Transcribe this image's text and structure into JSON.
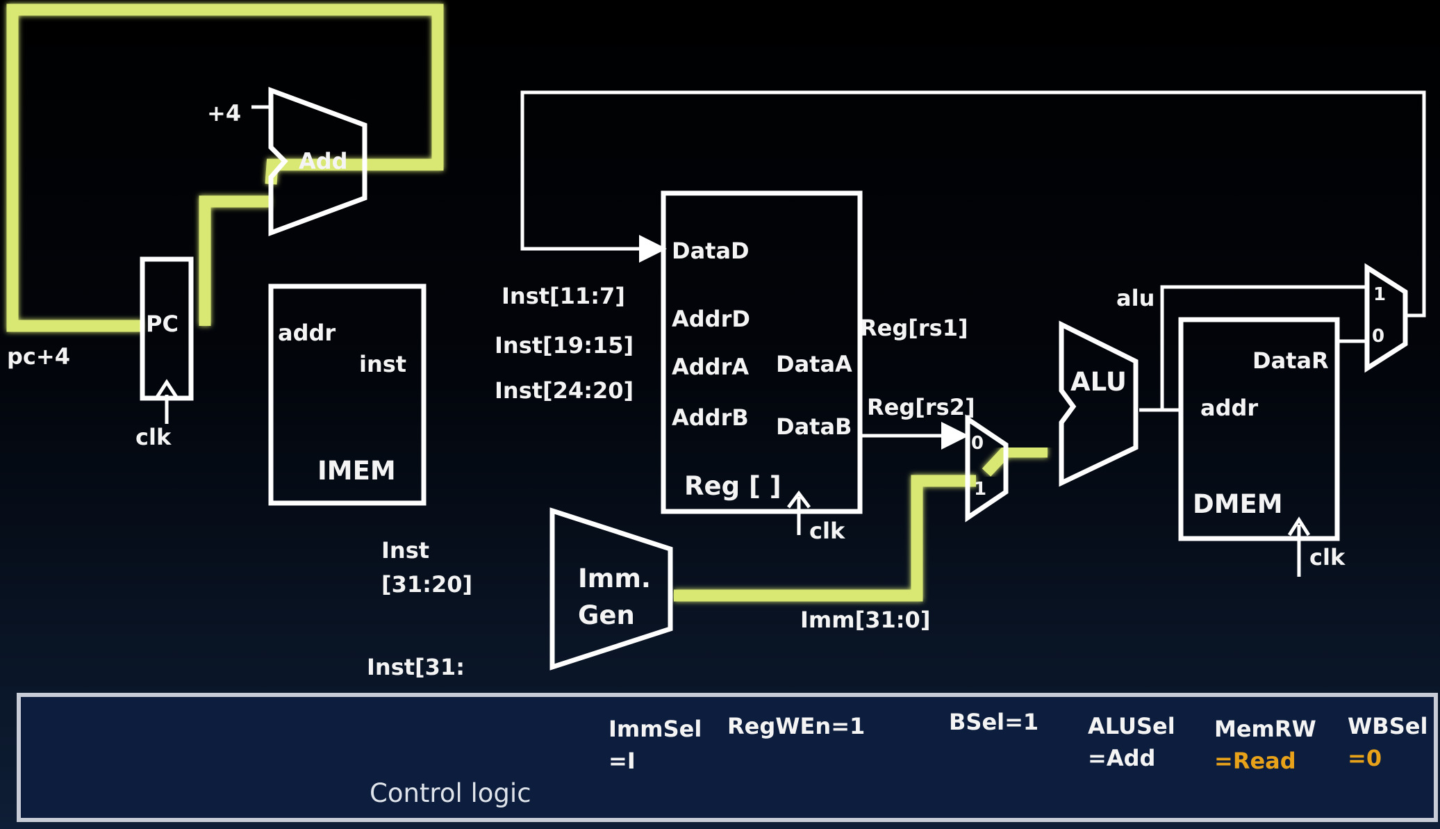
{
  "colors": {
    "background_top": "#000000",
    "background_bottom": "#0e1e36",
    "highlight": "#d9e873",
    "wire": "#ffffff",
    "control_panel": "#0c1d3d",
    "accent_value": "#e8a21a"
  },
  "pc": {
    "label": "PC",
    "clk": "clk",
    "input_label": "pc+4"
  },
  "adder": {
    "label": "Add",
    "const": "+4"
  },
  "imem": {
    "title": "IMEM",
    "addr": "addr",
    "inst": "inst"
  },
  "regfile": {
    "title": "Reg [ ]",
    "data_d": "DataD",
    "addr_d": "AddrD",
    "addr_a": "AddrA",
    "addr_b": "AddrB",
    "data_a": "DataA",
    "data_b": "DataB",
    "clk": "clk"
  },
  "fields": {
    "rd": "Inst[11:7]",
    "rs1": "Inst[19:15]",
    "rs2": "Inst[24:20]",
    "imm_line1": "Inst",
    "imm_line2": "[31:20]",
    "ctrl": "Inst[31:"
  },
  "immgen": {
    "line1": "Imm.",
    "line2": "Gen",
    "out": "Imm[31:0]"
  },
  "signals": {
    "rs1": "Reg[rs1]",
    "rs2": "Reg[rs2]",
    "alu": "alu"
  },
  "bmux": {
    "in0": "0",
    "in1": "1"
  },
  "alu": {
    "label": "ALU"
  },
  "dmem": {
    "title": "DMEM",
    "data_r": "DataR",
    "addr": "addr",
    "clk": "clk"
  },
  "wbmux": {
    "in1": "1",
    "in0": "0"
  },
  "control": {
    "title": "Control logic",
    "imm_sel": {
      "line1": "ImmSel",
      "line2": "=I"
    },
    "reg_wen": "RegWEn=1",
    "b_sel": "BSel=1",
    "alu_sel": {
      "line1": "ALUSel",
      "line2": "=Add"
    },
    "mem_rw": {
      "line1": "MemRW",
      "line2": "=Read"
    },
    "wb_sel": {
      "line1": "WBSel",
      "line2": "=0"
    }
  }
}
